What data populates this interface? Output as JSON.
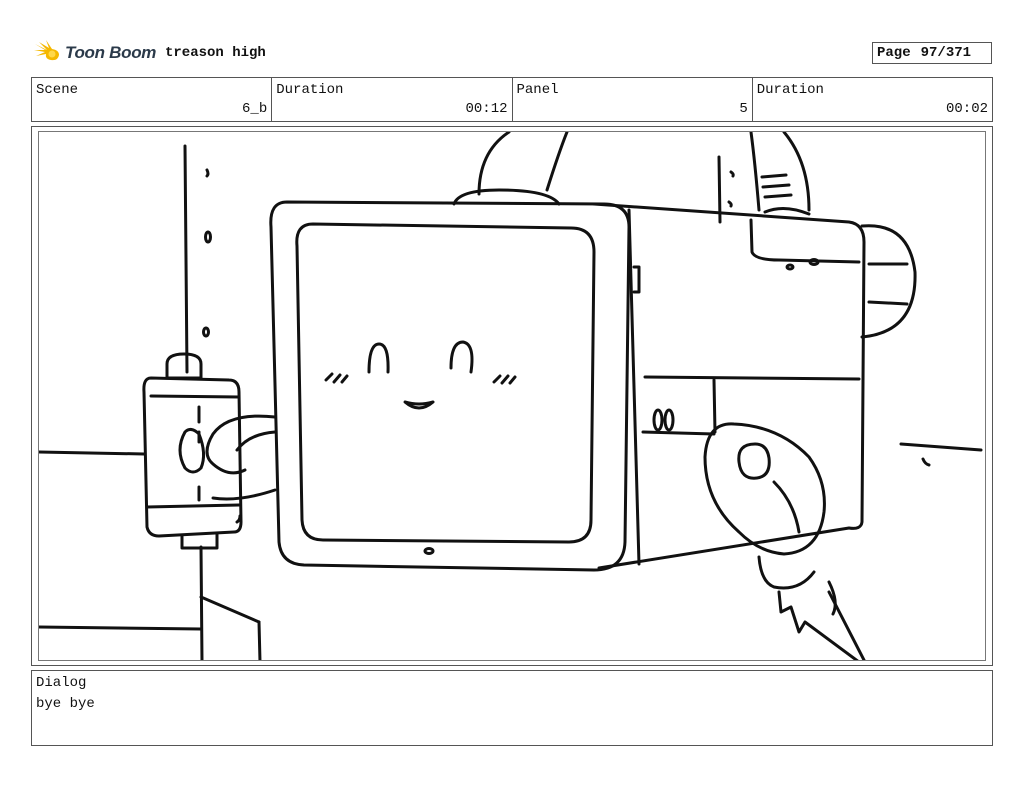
{
  "header": {
    "logo_text": "Toon Boom",
    "project_title": "treason high",
    "page_label": "Page",
    "page_value": "97/371"
  },
  "info": {
    "scene_label": "Scene",
    "scene_value": "6_b",
    "scene_duration_label": "Duration",
    "scene_duration_value": "00:12",
    "panel_label": "Panel",
    "panel_value": "5",
    "panel_duration_label": "Duration",
    "panel_duration_value": "00:02"
  },
  "dialog": {
    "label": "Dialog",
    "text": "bye bye"
  },
  "colors": {
    "logo_star": "#f5b800",
    "logo_text": "#2b3a4a",
    "ink": "#111111"
  }
}
